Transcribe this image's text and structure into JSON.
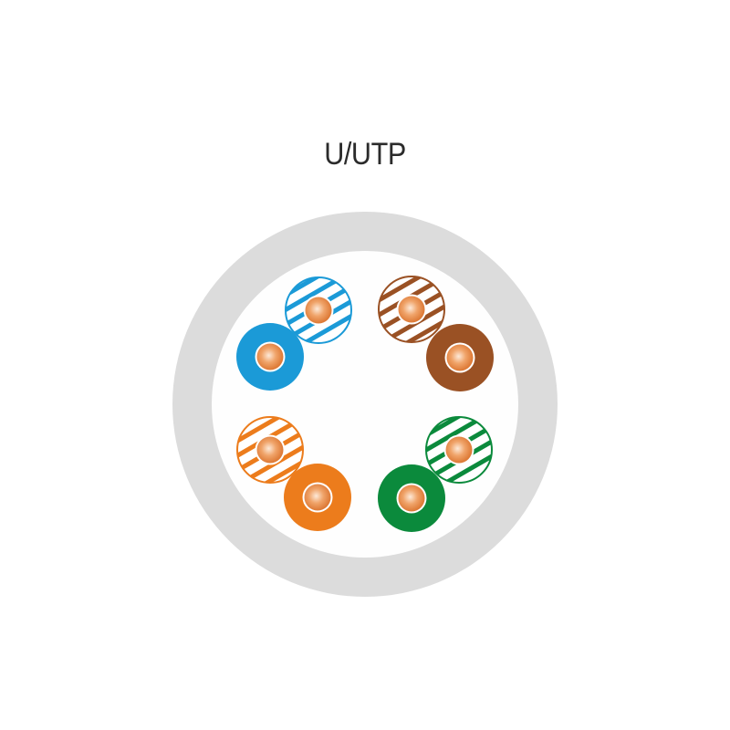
{
  "title": "U/UTP",
  "colors": {
    "jacket": "#dcdcdc",
    "interior": "#fefefe",
    "blue": "#1b9ad7",
    "brown": "#9a5124",
    "orange": "#ec7c1c",
    "green": "#0b8a3c",
    "core": "#e8823a"
  },
  "pairs": [
    {
      "name": "blue",
      "color_key": "blue"
    },
    {
      "name": "brown",
      "color_key": "brown"
    },
    {
      "name": "orange",
      "color_key": "orange"
    },
    {
      "name": "green",
      "color_key": "green"
    }
  ]
}
